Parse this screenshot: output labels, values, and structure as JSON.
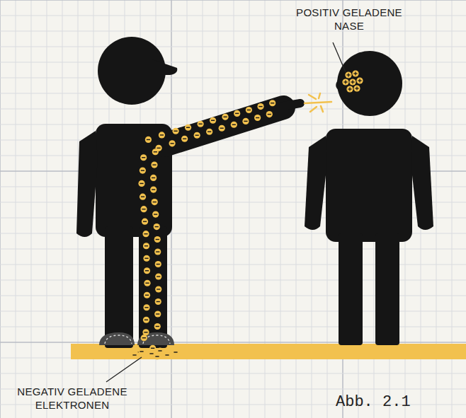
{
  "diagram": {
    "caption": "Abb. 2.1",
    "labels": [
      "POSITIV GELADENE NASE",
      "NEGATIV GELADENE ELEKTRONEN"
    ]
  }
}
